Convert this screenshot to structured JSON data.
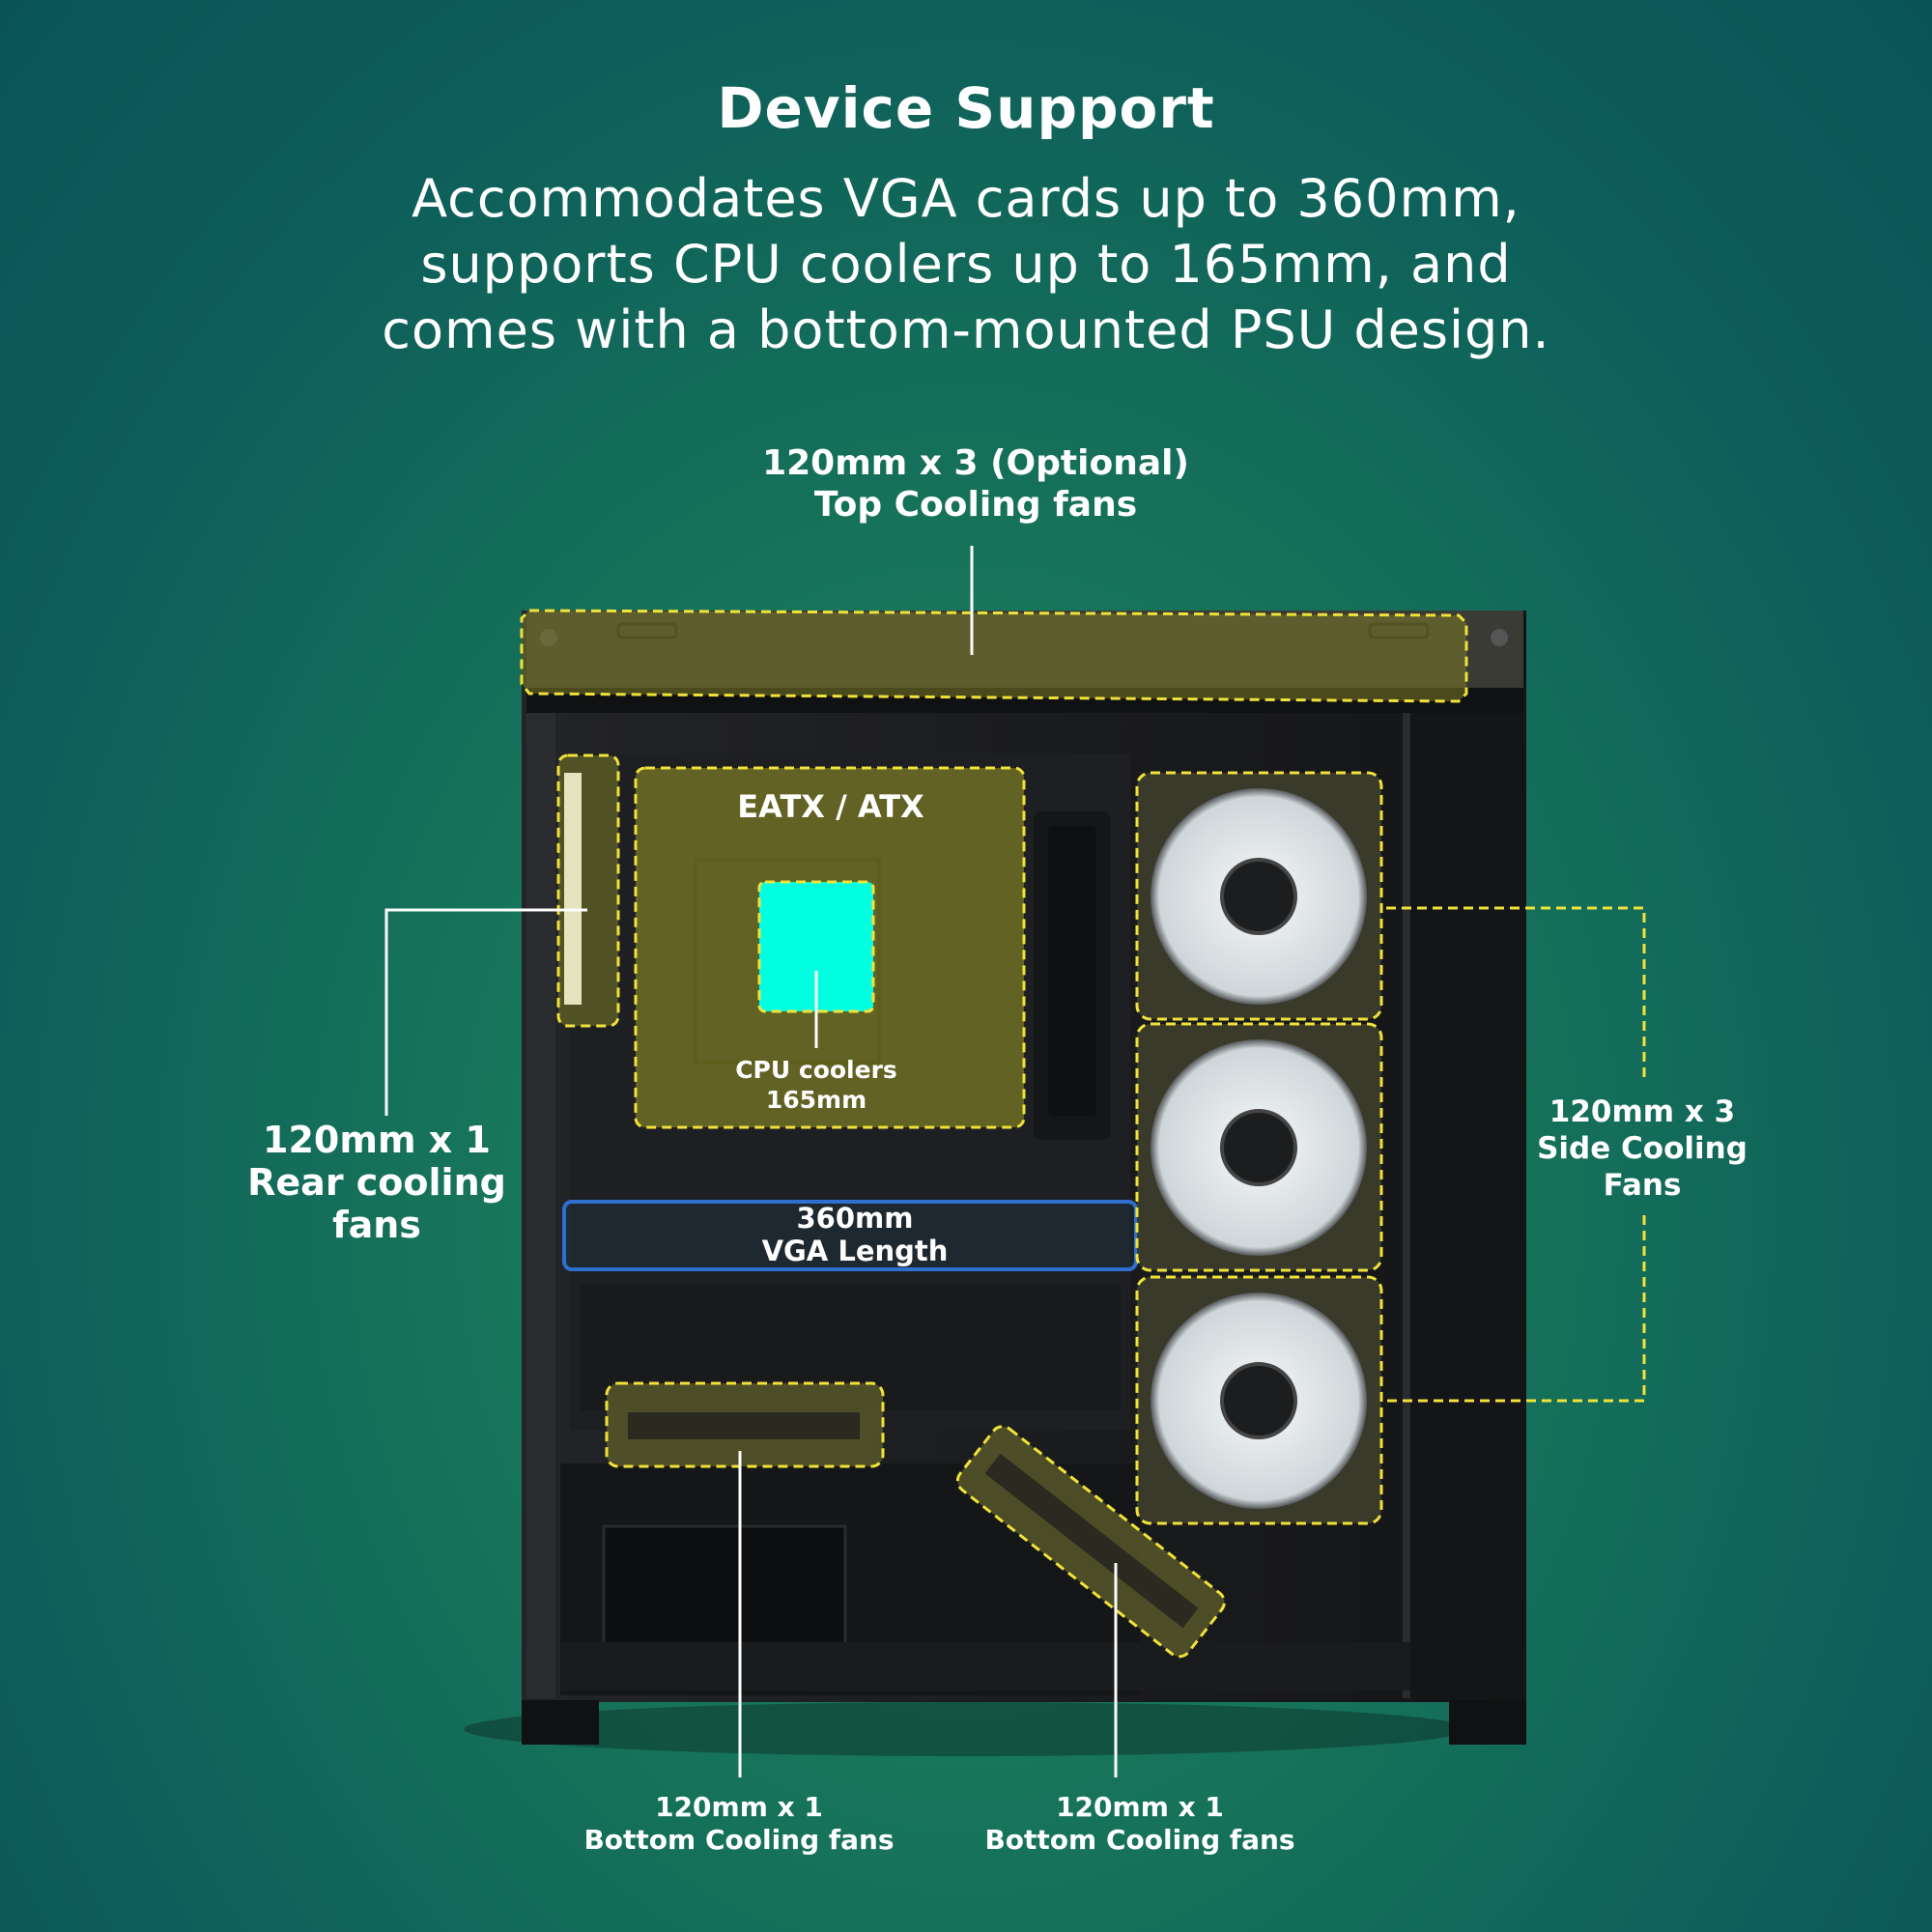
{
  "header": {
    "title": "Device Support",
    "subtitle_lines": [
      "Accommodates VGA cards up to 360mm,",
      "supports CPU coolers up to 165mm, and",
      "comes with a bottom-mounted PSU design."
    ]
  },
  "callouts": {
    "top_fans": {
      "line1": "120mm x 3 (Optional)",
      "line2": "Top Cooling fans"
    },
    "rear_fans": {
      "line1": "120mm x 1",
      "line2": "Rear cooling",
      "line3": "fans"
    },
    "side_fans": {
      "line1": "120mm x 3",
      "line2": "Side Cooling",
      "line3": "Fans"
    },
    "motherboard": {
      "label": "EATX / ATX"
    },
    "cpu_cooler": {
      "line1": "CPU coolers",
      "line2": "165mm"
    },
    "vga": {
      "line1": "360mm",
      "line2": "VGA Length"
    },
    "bottom_fan_left": {
      "line1": "120mm x 1",
      "line2": "Bottom Cooling fans"
    },
    "bottom_fan_right": {
      "line1": "120mm x 1",
      "line2": "Bottom Cooling fans"
    }
  },
  "colors": {
    "highlight_dash": "#f0e23a",
    "highlight_fill": "#7a7a26",
    "cpu_zone": "#00ffe0",
    "vga_outline": "#2f6fd0",
    "case_body": "#1c1d1f"
  }
}
